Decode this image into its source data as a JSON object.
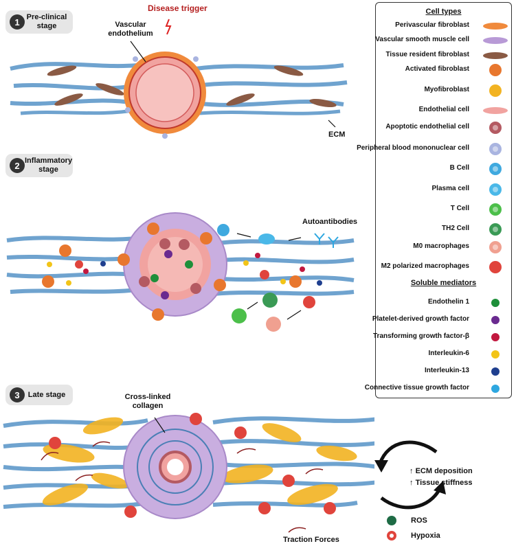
{
  "stages": [
    {
      "number": "1",
      "label": "Pre-clinical stage"
    },
    {
      "number": "2",
      "label": "Inflammatory stage"
    },
    {
      "number": "3",
      "label": "Late stage"
    }
  ],
  "labels": {
    "disease_trigger": "Disease trigger",
    "vascular_endothelium": "Vascular endothelium",
    "ecm": "ECM",
    "autoantibodies": "Autoantibodies",
    "cross_linked_collagen": "Cross-linked collagen",
    "ecm_deposition": "ECM deposition",
    "tissue_stiffness": "Tissue stiffness",
    "ros": "ROS",
    "hypoxia": "Hypoxia",
    "traction_forces": "Traction Forces"
  },
  "legend": {
    "cell_types_title": "Cell types",
    "soluble_mediators_title": "Soluble mediators",
    "cell_types": [
      {
        "name": "Perivascular fibroblast",
        "color": "#f08a3c"
      },
      {
        "name": "Vascular smooth muscle cell",
        "color": "#b89ad6"
      },
      {
        "name": "Tissue resident fibroblast",
        "color": "#8a5a44"
      },
      {
        "name": "Activated fibroblast",
        "color": "#e8772e"
      },
      {
        "name": "Myofibroblast",
        "color": "#f2b322"
      },
      {
        "name": "Endothelial cell",
        "color": "#f1a3a0"
      },
      {
        "name": "Apoptotic endothelial cell",
        "color": "#b45a62"
      },
      {
        "name": "Peripheral blood mononuclear cell",
        "color": "#a9b4e0"
      },
      {
        "name": "B Cell",
        "color": "#3fa9df"
      },
      {
        "name": "Plasma cell",
        "color": "#4ab8e8"
      },
      {
        "name": "T Cell",
        "color": "#4cbf4a"
      },
      {
        "name": "TH2 Cell",
        "color": "#3a9a55"
      },
      {
        "name": "M0 macrophages",
        "color": "#f0a090"
      },
      {
        "name": "M2 polarized macrophages",
        "color": "#e0443c"
      }
    ],
    "soluble_mediators": [
      {
        "name": "Endothelin 1",
        "color": "#1e8f3a"
      },
      {
        "name": "Platelet-derived growth factor",
        "color": "#6a2a8f"
      },
      {
        "name": "Transforming growth factor-β",
        "color": "#c2183f"
      },
      {
        "name": "Interleukin-6",
        "color": "#f2c418"
      },
      {
        "name": "Interleukin-13",
        "color": "#1f3f8f"
      },
      {
        "name": "Connective tissue growth factor",
        "color": "#2ea7e0"
      }
    ]
  }
}
